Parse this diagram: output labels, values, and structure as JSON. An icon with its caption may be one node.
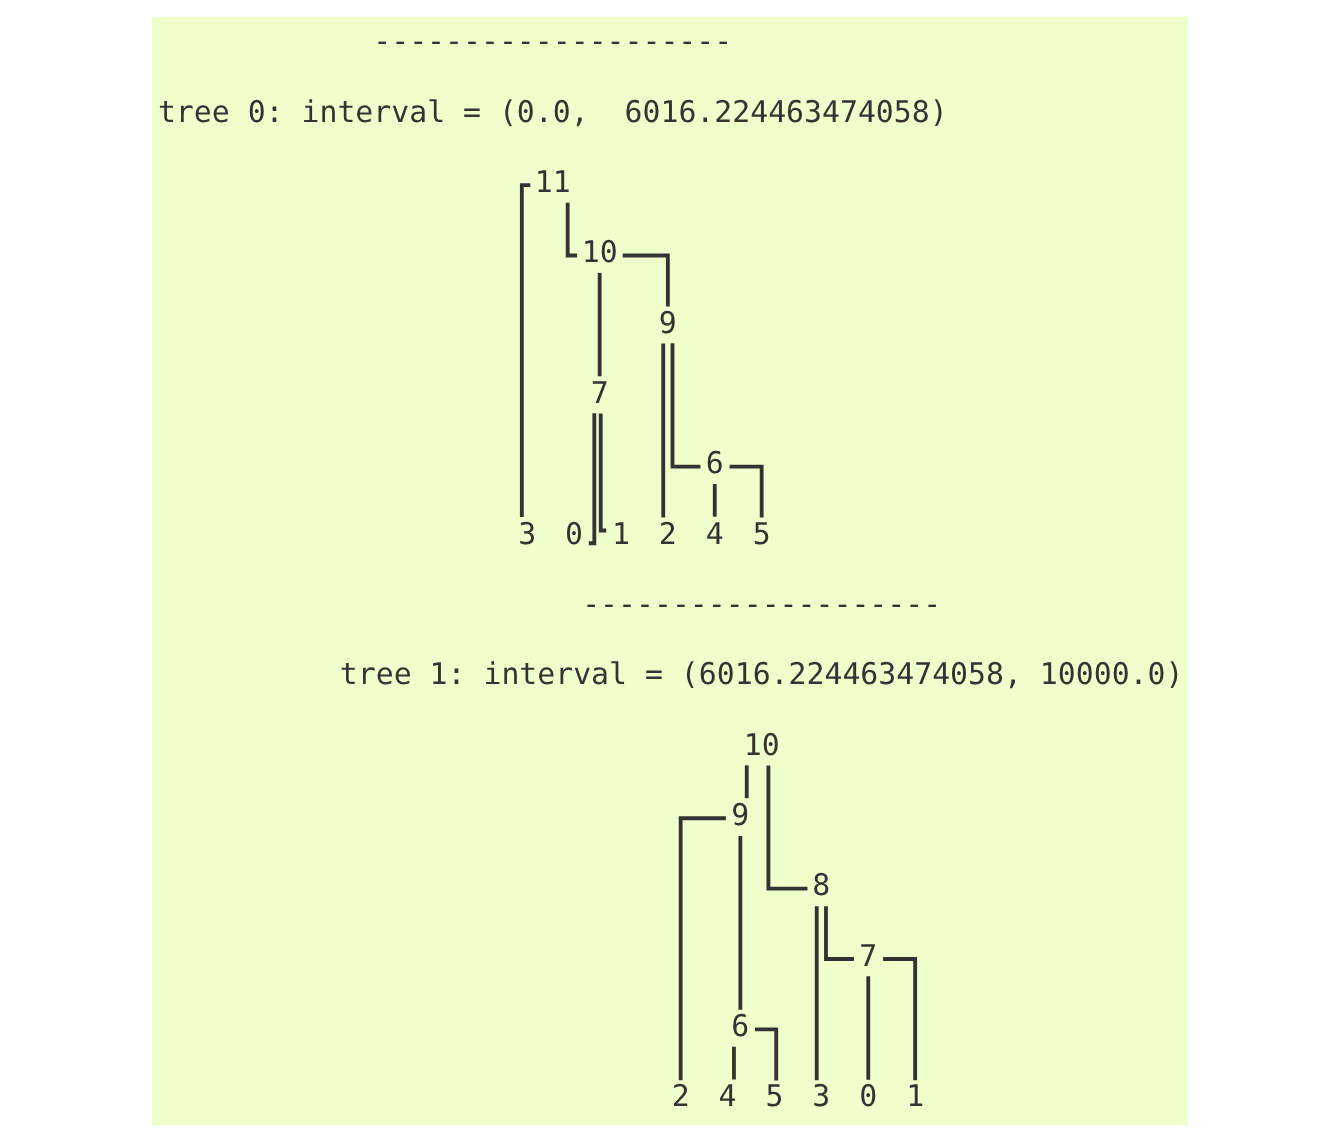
{
  "diagram": {
    "nodes": [
      {
        "text": [
          "11"
        ]
      },
      {
        "text": [
          "10"
        ]
      },
      {
        "text": [
          "9"
        ]
      },
      {
        "text": [
          "7"
        ]
      },
      {
        "text": [
          "6"
        ]
      },
      {
        "text": [
          "3"
        ]
      },
      {
        "text": [
          "0"
        ]
      },
      {
        "text": [
          "1"
        ]
      },
      {
        "text": [
          "2"
        ]
      },
      {
        "text": [
          "4"
        ]
      },
      {
        "text": [
          "5"
        ]
      },
      {
        "text": [
          "10"
        ]
      },
      {
        "text": [
          "9"
        ]
      },
      {
        "text": [
          "8"
        ]
      },
      {
        "text": [
          "7"
        ]
      },
      {
        "text": [
          "6"
        ]
      },
      {
        "text": [
          "2"
        ]
      },
      {
        "text": [
          "4"
        ]
      },
      {
        "text": [
          "5"
        ]
      },
      {
        "text": [
          "3"
        ]
      },
      {
        "text": [
          "0"
        ]
      },
      {
        "text": [
          "1"
        ]
      }
    ],
    "edges": [
      {
        "from": 0,
        "to": 5,
        "arrow": "none"
      },
      {
        "from": 0,
        "to": 1,
        "arrow": "none"
      },
      {
        "from": 1,
        "to": 3,
        "arrow": "none"
      },
      {
        "from": 1,
        "to": 2,
        "arrow": "none"
      },
      {
        "from": 2,
        "to": 8,
        "arrow": "none"
      },
      {
        "from": 2,
        "to": 4,
        "arrow": "none"
      },
      {
        "from": 3,
        "to": 6,
        "arrow": "none"
      },
      {
        "from": 3,
        "to": 7,
        "arrow": "none"
      },
      {
        "from": 4,
        "to": 9,
        "arrow": "none"
      },
      {
        "from": 4,
        "to": 10,
        "arrow": "none"
      },
      {
        "from": 11,
        "to": 12,
        "arrow": "none"
      },
      {
        "from": 11,
        "to": 13,
        "arrow": "none"
      },
      {
        "from": 12,
        "to": 16,
        "arrow": "none"
      },
      {
        "from": 12,
        "to": 15,
        "arrow": "none"
      },
      {
        "from": 13,
        "to": 19,
        "arrow": "none"
      },
      {
        "from": 13,
        "to": 14,
        "arrow": "none"
      },
      {
        "from": 14,
        "to": 20,
        "arrow": "none"
      },
      {
        "from": 14,
        "to": 21,
        "arrow": "none"
      },
      {
        "from": 15,
        "to": 17,
        "arrow": "none"
      },
      {
        "from": 15,
        "to": 18,
        "arrow": "none"
      }
    ],
    "labels": [
      "--------------------",
      "tree 0: interval = (0.0,  6016.224463474058)",
      "--------------------",
      "tree 1: interval = (6016.224463474058, 10000.0)"
    ]
  }
}
